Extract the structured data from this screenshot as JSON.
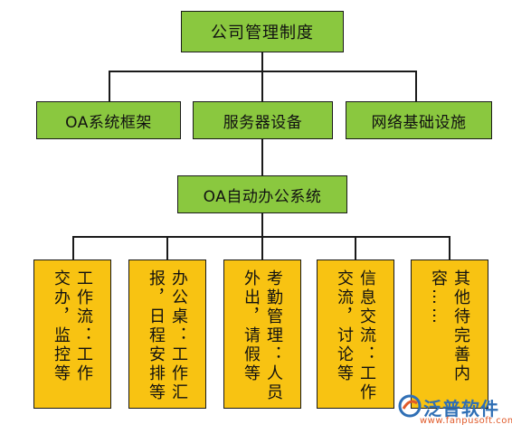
{
  "diagram": {
    "root": {
      "label": "公司管理制度"
    },
    "tier2": [
      {
        "label": "OA系统框架"
      },
      {
        "label": "服务器设备"
      },
      {
        "label": "网络基础设施"
      }
    ],
    "hub": {
      "label": "OA自动办公系统"
    },
    "leaves": [
      {
        "text": "工作流：工作\n交办，监控等"
      },
      {
        "text": "办公桌：工作汇\n报，日程安排等"
      },
      {
        "text": "考勤管理：人员\n外出，请假等"
      },
      {
        "text": "信息交流：工作\n交流，讨论等"
      },
      {
        "text": "其他待完善内\n容……"
      }
    ]
  },
  "watermark": {
    "brand": "泛普软件",
    "url": "www.fanpusoft.com",
    "logo_icon": "fanpu-logo-icon"
  },
  "colors": {
    "green": "#8ac83f",
    "gold": "#f8c312",
    "line": "#1a1a1a"
  }
}
